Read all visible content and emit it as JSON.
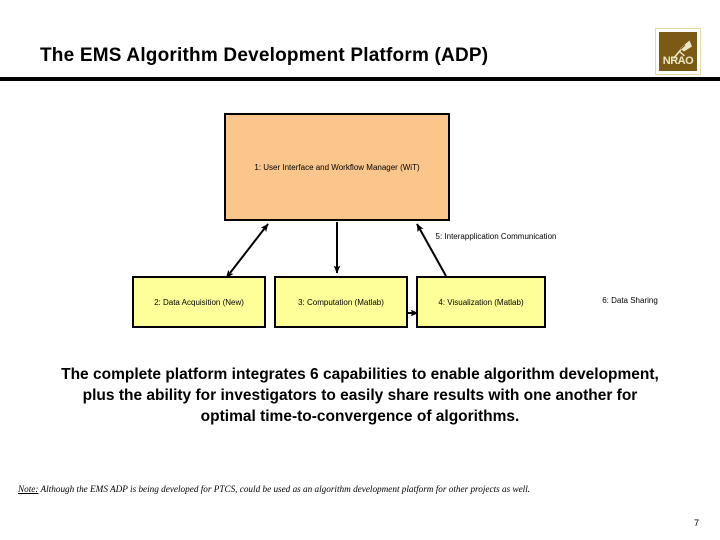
{
  "slide": {
    "title": "The EMS Algorithm Development Platform (ADP)",
    "page_number": "7"
  },
  "logo": {
    "name": "nrao-logo",
    "wordmark": "NRAO",
    "icon": "radio-telescope-dish-icon",
    "plate_color": "#7a5a14",
    "wordmark_color": "#efe6c4"
  },
  "diagram": {
    "boxes": [
      {
        "id": "ui",
        "label": "1: User Interface and Workflow Manager (WiT)",
        "fill": "#fbc68c"
      },
      {
        "id": "acquisition",
        "label": "2: Data Acquisition (New)",
        "fill": "#ffff99"
      },
      {
        "id": "computation",
        "label": "3: Computation (Matlab)",
        "fill": "#ffff99"
      },
      {
        "id": "visualization",
        "label": "4: Visualization (Matlab)",
        "fill": "#ffff99"
      }
    ],
    "labels": [
      {
        "id": "interapp",
        "label": "5: Interapplication Communication"
      },
      {
        "id": "sharing",
        "label": "6: Data Sharing"
      }
    ],
    "connectors": [
      {
        "id": "ui-to-acquisition",
        "style": "double-headed-diagonal-arrow"
      },
      {
        "id": "ui-to-computation",
        "style": "single-headed-down-arrow"
      },
      {
        "id": "visualization-to-ui",
        "style": "single-headed-diagonal-arrow"
      },
      {
        "id": "computation-to-visualization",
        "style": "single-headed-right-arrow"
      }
    ]
  },
  "body": {
    "paragraph": "The complete platform integrates 6 capabilities to enable algorithm development, plus the ability for investigators to easily share results with one another for optimal time-to-convergence of algorithms."
  },
  "footnote": {
    "label": "Note:",
    "text": " Although the EMS ADP is being developed for PTCS, could be used as an algorithm development platform for other projects as well."
  }
}
